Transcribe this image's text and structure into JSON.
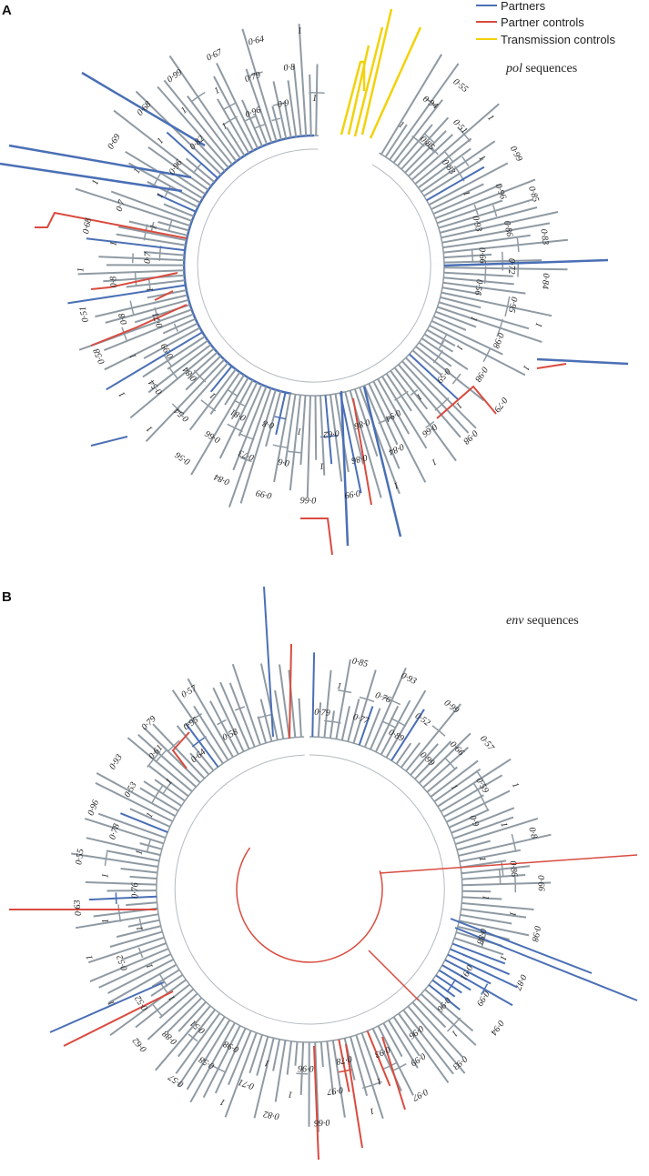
{
  "colors": {
    "partners": "#4a6fb5",
    "partner_controls": "#d94b3f",
    "transmission_controls": "#f2d20a",
    "default": "#8f9aa3",
    "internal": "#b4bac0"
  },
  "legend": [
    {
      "label": "Partners",
      "color_key": "partners"
    },
    {
      "label": "Partner controls",
      "color_key": "partner_controls"
    },
    {
      "label": "Transmission controls",
      "color_key": "transmission_controls"
    }
  ],
  "panel_a": {
    "letter": "A",
    "seq_italic": "pol",
    "seq_rest": " sequences",
    "support_values": [
      "1",
      "0·94",
      "0·55",
      "0·85",
      "0·51",
      "1",
      "0·83",
      "1",
      "0·99",
      "1",
      "0·96",
      "0·85",
      "0·93",
      "0·86",
      "0·83",
      "0·66",
      "0·72",
      "0·84",
      "0·56",
      "0·95",
      "1",
      "1",
      "0·98",
      "1",
      "1",
      "0·98",
      "0·79",
      "0·59",
      "1",
      "0·98",
      "1",
      "0·66",
      "1",
      "0·94",
      "0·84",
      "1",
      "0·86",
      "0·86",
      "0·99",
      "0·62",
      "1",
      "0·66",
      "1",
      "0·6",
      "0·99",
      "0·8",
      "0·73",
      "0·84",
      "0·81",
      "0·66",
      "0·56",
      "1",
      "0·54",
      "1",
      "0·84",
      "0·54",
      "1",
      "0·99",
      "1",
      "0·58",
      "0·71",
      "0·8",
      "0·51",
      "1",
      "0·8",
      "1",
      "0·7",
      "1",
      "0·68",
      "1",
      "0·7",
      "1",
      "1",
      "1",
      "0·69",
      "0·96",
      "1",
      "0·68",
      "0·82",
      "1",
      "0·99",
      "1",
      "1",
      "0·67",
      "0·96",
      "0·79",
      "0·64",
      "0·9",
      "0·8",
      "1",
      "1"
    ]
  },
  "panel_b": {
    "letter": "B",
    "seq_italic": "env",
    "seq_rest": " sequences",
    "support_values": [
      "0·79",
      "1",
      "0·85",
      "0·77",
      "0·76",
      "0·93",
      "0·89",
      "0·52",
      "0·99",
      "0·99",
      "0·66",
      "0·57",
      "1",
      "0·59",
      "1",
      "0·9",
      "1",
      "0·8",
      "1",
      "0·86",
      "0·66",
      "1",
      "1",
      "0·98",
      "0·88",
      "1",
      "0·87",
      "0·91",
      "0·99",
      "0·94",
      "0·96",
      "1",
      "0·93",
      "0·96",
      "0·99",
      "0·97",
      "0·93",
      "1",
      "1",
      "0·78",
      "0·97",
      "0·66",
      "0·96",
      "1",
      "0·82",
      "1",
      "0·71",
      "1",
      "0·98",
      "0·58",
      "0·57",
      "0·51",
      "0·88",
      "0·62",
      "1",
      "0·52",
      "1",
      "1",
      "0·52",
      "1",
      "1",
      "1",
      "0·63",
      "0·76",
      "1",
      "0·55",
      "1",
      "0·78",
      "0·96",
      "1",
      "0·53",
      "0·93",
      "1",
      "0·61",
      "0·79",
      "0·64",
      "0·95",
      "0·57",
      "0·58"
    ]
  }
}
